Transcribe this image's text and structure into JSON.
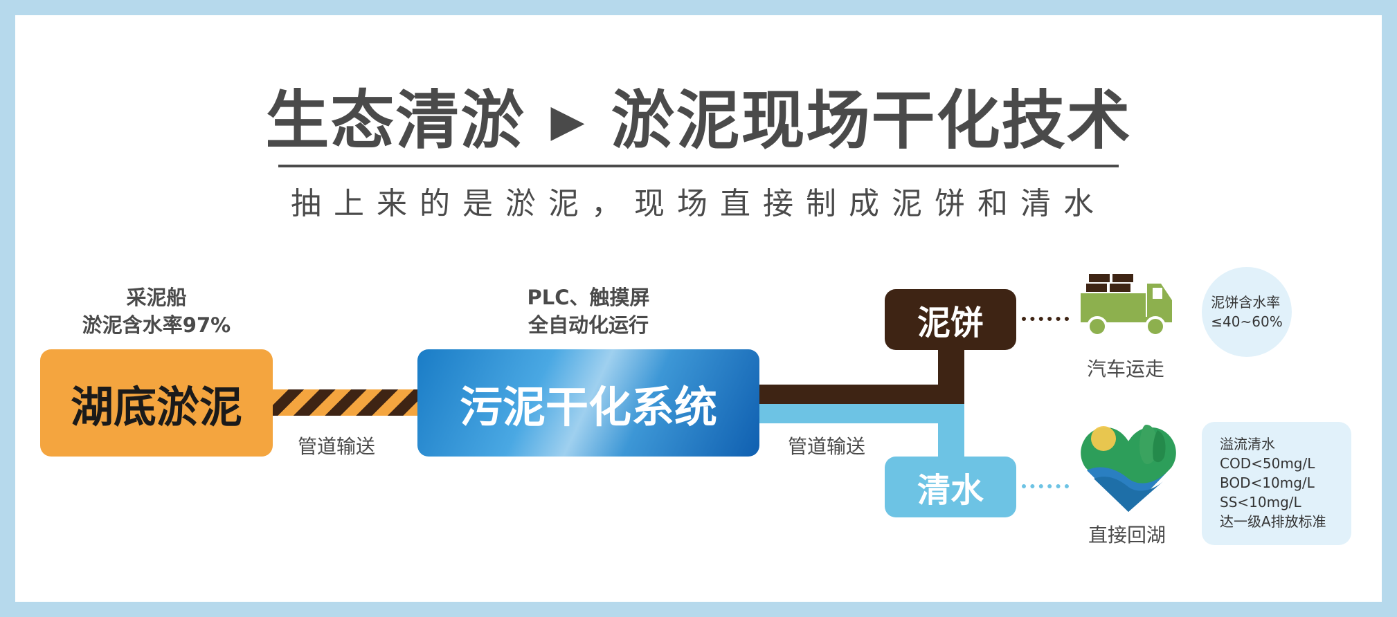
{
  "title": {
    "left": "生态清淤",
    "arrow": "▶",
    "right": "淤泥现场干化技术"
  },
  "subtitle": "抽上来的是淤泥，现场直接制成泥饼和清水",
  "source": {
    "caption_line1": "采泥船",
    "caption_line2": "淤泥含水率97%",
    "label": "湖底淤泥"
  },
  "system": {
    "caption_line1": "PLC、触摸屏",
    "caption_line2": "全自动化运行",
    "label": "污泥干化系统"
  },
  "pipe_label_1": "管道输送",
  "pipe_label_2": "管道输送",
  "outputs": {
    "cake": {
      "label": "泥饼",
      "icon_caption": "汽车运走",
      "note_line1": "泥饼含水率",
      "note_line2": "≤40~60%"
    },
    "water": {
      "label": "清水",
      "icon_caption": "直接回湖",
      "note_lines": [
        "溢流清水",
        "COD<50mg/L",
        "BOD<10mg/L",
        "SS<10mg/L",
        "达一级A排放标准"
      ]
    }
  },
  "icons": {
    "truck": "truck-icon",
    "lake": "lake-heart-icon"
  },
  "colors": {
    "frame": "#b6d9ec",
    "text": "#4a4a4a",
    "orange": "#f4a53f",
    "brown": "#3e2414",
    "light_blue": "#6dc3e4",
    "system_blue": "#1a7cc6",
    "truck_green": "#8db04e"
  }
}
